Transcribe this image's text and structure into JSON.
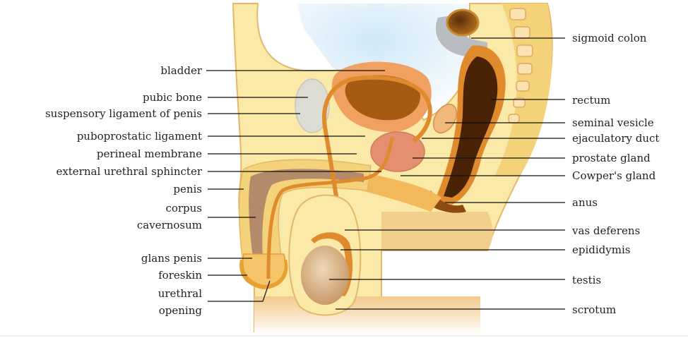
{
  "labels_left": {
    "bladder": "bladder",
    "pubic_bone": "pubic bone",
    "suspensory_ligament": "suspensory ligament of penis",
    "puboprostatic_ligament": "puboprostatic ligament",
    "perineal_membrane": "perineal membrane",
    "external_urethral_sphincter": "external urethral sphincter",
    "penis": "penis",
    "corpus_line1": "corpus",
    "corpus_line2": "cavernosum",
    "glans_penis": "glans penis",
    "foreskin": "foreskin",
    "urethral_line1": "urethral",
    "urethral_line2": "opening"
  },
  "labels_right": {
    "sigmoid_colon": "sigmoid colon",
    "rectum": "rectum",
    "seminal_vesicle": "seminal vesicle",
    "ejaculatory_duct": "ejaculatory duct",
    "prostate_gland": "prostate gland",
    "cowpers_gland": "Cowper's gland",
    "anus": "anus",
    "vas_deferens": "vas deferens",
    "epididymis": "epididymis",
    "testis": "testis",
    "scrotum": "scrotum"
  },
  "colors": {
    "skin_light": "#fbe9a8",
    "skin_mid": "#f4d27a",
    "fat_orange": "#f2b85a",
    "tissue_brown": "#e08a2e",
    "dark_brown": "#8a4a10",
    "bladder_orange": "#f0a060",
    "prostate_pink": "#e49070",
    "bone_grey": "#dcdcd4",
    "sky_blue": "#c5e3f6",
    "colon_grey": "#b9bcc0"
  }
}
